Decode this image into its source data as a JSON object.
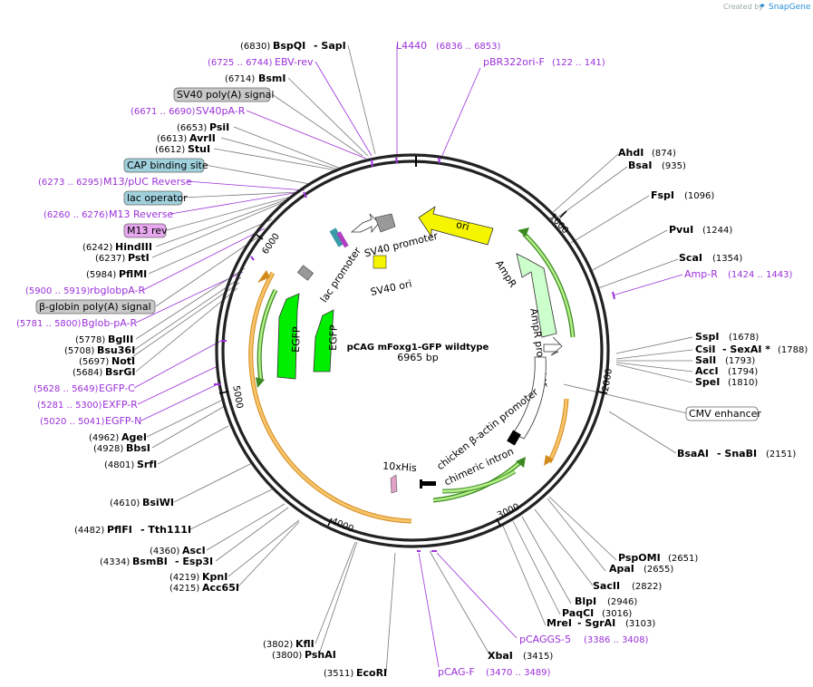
{
  "brand": {
    "created_by": "Created by",
    "app": "SnapGene"
  },
  "plasmid": {
    "name": "pCAG mFoxg1-GFP wildtype",
    "length": "6965 bp"
  },
  "ticks": [
    "1000",
    "2000",
    "3000",
    "4000",
    "5000",
    "6000"
  ],
  "site_labels_left": [
    {
      "pos": "(6830)",
      "name": "BspQI",
      "extra": "- SapI",
      "kind": "enzyme"
    },
    {
      "pos": "(6725 .. 6744)",
      "name": "EBV-rev",
      "kind": "primer"
    },
    {
      "pos": "(6714)",
      "name": "BsmI",
      "kind": "enzyme"
    },
    {
      "name": "SV40 poly(A) signal",
      "kind": "feature-gray"
    },
    {
      "pos": "(6671 .. 6690)",
      "name": "SV40pA-R",
      "kind": "primer"
    },
    {
      "pos": "(6653)",
      "name": "PsiI",
      "kind": "enzyme"
    },
    {
      "pos": "(6613)",
      "name": "AvrII",
      "kind": "enzyme"
    },
    {
      "pos": "(6612)",
      "name": "StuI",
      "kind": "enzyme"
    },
    {
      "name": "CAP binding site",
      "kind": "feature-teal"
    },
    {
      "pos": "(6273 .. 6295)",
      "name": "M13/pUC Reverse",
      "kind": "primer"
    },
    {
      "name": "lac operator",
      "kind": "feature-teal"
    },
    {
      "pos": "(6260 .. 6276)",
      "name": "M13 Reverse",
      "kind": "primer"
    },
    {
      "name": "M13 rev",
      "kind": "feature-purple"
    },
    {
      "pos": "(6242)",
      "name": "HindIII",
      "kind": "enzyme"
    },
    {
      "pos": "(6237)",
      "name": "PstI",
      "kind": "enzyme"
    },
    {
      "pos": "(5984)",
      "name": "PflMI",
      "kind": "enzyme"
    },
    {
      "pos": "(5900 .. 5919)",
      "name": "rbglobpA-R",
      "kind": "primer"
    },
    {
      "name": "β-globin poly(A) signal",
      "kind": "feature-gray"
    },
    {
      "pos": "(5781 .. 5800)",
      "name": "Bglob-pA-R",
      "kind": "primer"
    },
    {
      "pos": "(5778)",
      "name": "BglII",
      "kind": "enzyme"
    },
    {
      "pos": "(5708)",
      "name": "Bsu36I",
      "kind": "enzyme"
    },
    {
      "pos": "(5697)",
      "name": "NotI",
      "kind": "enzyme"
    },
    {
      "pos": "(5684)",
      "name": "BsrGI",
      "kind": "enzyme"
    },
    {
      "pos": "(5628 .. 5649)",
      "name": "EGFP-C",
      "kind": "primer"
    },
    {
      "pos": "(5281 .. 5300)",
      "name": "EXFP-R",
      "kind": "primer"
    },
    {
      "pos": "(5020 .. 5041)",
      "name": "EGFP-N",
      "kind": "primer"
    },
    {
      "pos": "(4962)",
      "name": "AgeI",
      "kind": "enzyme"
    },
    {
      "pos": "(4928)",
      "name": "BbsI",
      "kind": "enzyme"
    },
    {
      "pos": "(4801)",
      "name": "SrfI",
      "kind": "enzyme"
    },
    {
      "pos": "(4610)",
      "name": "BsiWI",
      "kind": "enzyme"
    },
    {
      "pos": "(4482)",
      "name": "PflFI",
      "extra": "- Tth111I",
      "kind": "enzyme"
    },
    {
      "pos": "(4360)",
      "name": "AscI",
      "kind": "enzyme"
    },
    {
      "pos": "(4334)",
      "name": "BsmBI",
      "extra": "- Esp3I",
      "kind": "enzyme"
    },
    {
      "pos": "(4219)",
      "name": "KpnI",
      "kind": "enzyme"
    },
    {
      "pos": "(4215)",
      "name": "Acc65I",
      "kind": "enzyme"
    },
    {
      "pos": "(3802)",
      "name": "KflI",
      "kind": "enzyme"
    },
    {
      "pos": "(3800)",
      "name": "PshAI",
      "kind": "enzyme"
    },
    {
      "pos": "(3511)",
      "name": "EcoRI",
      "kind": "enzyme"
    }
  ],
  "site_labels_right": [
    {
      "name": "L4440",
      "pos": "(6836 .. 6853)",
      "kind": "primer"
    },
    {
      "name": "pBR322ori-F",
      "pos": "(122 .. 141)",
      "kind": "primer"
    },
    {
      "name": "AhdI",
      "pos": "(874)",
      "kind": "enzyme"
    },
    {
      "name": "BsaI",
      "pos": "(935)",
      "kind": "enzyme"
    },
    {
      "name": "FspI",
      "pos": "(1096)",
      "kind": "enzyme"
    },
    {
      "name": "PvuI",
      "pos": "(1244)",
      "kind": "enzyme"
    },
    {
      "name": "ScaI",
      "pos": "(1354)",
      "kind": "enzyme"
    },
    {
      "name": "Amp-R",
      "pos": "(1424 .. 1443)",
      "kind": "primer"
    },
    {
      "name": "SspI",
      "pos": "(1678)",
      "kind": "enzyme"
    },
    {
      "name": "CsiI",
      "extra": "- SexAI *",
      "pos": "(1788)",
      "kind": "enzyme"
    },
    {
      "name": "SalI",
      "pos": "(1793)",
      "kind": "enzyme"
    },
    {
      "name": "AccI",
      "pos": "(1794)",
      "kind": "enzyme"
    },
    {
      "name": "SpeI",
      "pos": "(1810)",
      "kind": "enzyme"
    },
    {
      "name": "CMV enhancer",
      "kind": "feature-white"
    },
    {
      "name": "BsaAI",
      "extra": "- SnaBI",
      "pos": "(2151)",
      "kind": "enzyme"
    },
    {
      "name": "PspOMI",
      "pos": "(2651)",
      "kind": "enzyme"
    },
    {
      "name": "ApaI",
      "pos": "(2655)",
      "kind": "enzyme"
    },
    {
      "name": "SacII",
      "pos": "(2822)",
      "kind": "enzyme"
    },
    {
      "name": "BlpI",
      "pos": "(2946)",
      "kind": "enzyme"
    },
    {
      "name": "PaqCI",
      "pos": "(3016)",
      "kind": "enzyme"
    },
    {
      "name": "MreI",
      "extra": "- SgrAI",
      "pos": "(3103)",
      "kind": "enzyme"
    },
    {
      "name": "pCAGGS-5",
      "pos": "(3386 .. 3408)",
      "kind": "primer"
    },
    {
      "name": "XbaI",
      "pos": "(3415)",
      "kind": "enzyme"
    },
    {
      "name": "pCAG-F",
      "pos": "(3470 .. 3489)",
      "kind": "primer"
    }
  ],
  "features": {
    "ori": "ori",
    "ampr": "AmpR",
    "ampr_promoter": "AmpR promoter",
    "cba_promoter": "chicken β-actin promoter",
    "chimeric_intron": "chimeric intron",
    "his": "10xHis",
    "egfp1": "EGFP",
    "egfp2": "EGFP",
    "lac_promoter": "lac promoter",
    "sv40_promoter": "SV40 promoter",
    "sv40_ori": "SV40 ori"
  },
  "colors": {
    "primer": "#9b30d9",
    "ori": "#f5f500",
    "ampr": "#ccffcc",
    "egfp": "#00ee00",
    "orange": "#f0a830",
    "green_arc": "#7ed957",
    "teal": "#9fd0dc",
    "gray": "#c8c8c8",
    "purple_box": "#e8a8f0",
    "snapgene_blue": "#2a8fd8"
  }
}
